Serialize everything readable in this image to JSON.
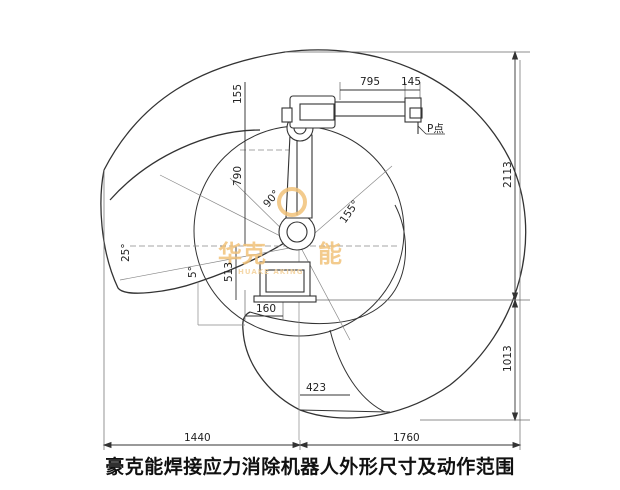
{
  "caption": "豪克能焊接应力消除机器人外形尺寸及动作范围",
  "watermark": {
    "text": "华克",
    "text2": "能",
    "sub": "HUAKE  AKING"
  },
  "point_label": "P点",
  "dimensions": {
    "top_arm": "795",
    "top_wrist": "145",
    "upper_left": "155",
    "arm_vertical": "790",
    "base_height": "513",
    "base_offset": "160",
    "inner_radius": "423",
    "left_reach": "1440",
    "right_reach": "1760",
    "total_height": "2113",
    "lower_height": "1013"
  },
  "angles": {
    "j2": "90°",
    "j3": "155°",
    "left_tilt": "25°",
    "base_tilt": "5°"
  },
  "colors": {
    "line": "#333333",
    "thin": "#777777",
    "watermark": "#f1c27a"
  }
}
